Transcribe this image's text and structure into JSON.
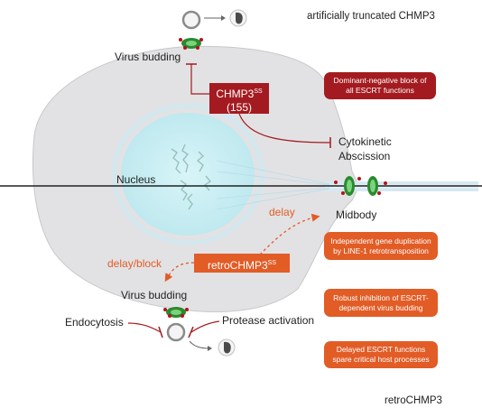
{
  "header": {
    "top_title": "artificially truncated CHMP3",
    "bottom_title": "retroCHMP3"
  },
  "labels": {
    "virus_budding_top": "Virus budding",
    "chmp3_main": "CHMP3",
    "chmp3_sup": "SS",
    "chmp3_count": "(155)",
    "cytokinetic_line1": "Cytokinetic",
    "cytokinetic_line2": "Abscission",
    "nucleus": "Nucleus",
    "midbody": "Midbody",
    "delay": "delay",
    "delay_block": "delay/block",
    "retro_main": "retroCHMP3",
    "retro_sup": "SS",
    "virus_budding_bottom": "Virus budding",
    "endocytosis": "Endocytosis",
    "protease_activation": "Protease activation"
  },
  "boxes": {
    "dominant_negative": {
      "line1": "Dominant-negative block of",
      "line2": "all ESCRT functions"
    },
    "gene_duplication": {
      "line1": "Independent gene duplication",
      "line2": "by LINE-1 retrotransposition"
    },
    "robust_inhibition": {
      "line1": "Robust inhibition of ESCRT-",
      "line2": "dependent virus budding"
    },
    "delayed_functions": {
      "line1": "Delayed ESCRT functions",
      "line2": "spare critical host processes"
    }
  },
  "colors": {
    "dark_red": "#a31b20",
    "orange": "#e25c26",
    "cell_fill": "#e2e2e4",
    "nucleus_fill": "#c9eef3",
    "escrt_green": "#2a8a2e",
    "virion": "#4a4a4a"
  }
}
